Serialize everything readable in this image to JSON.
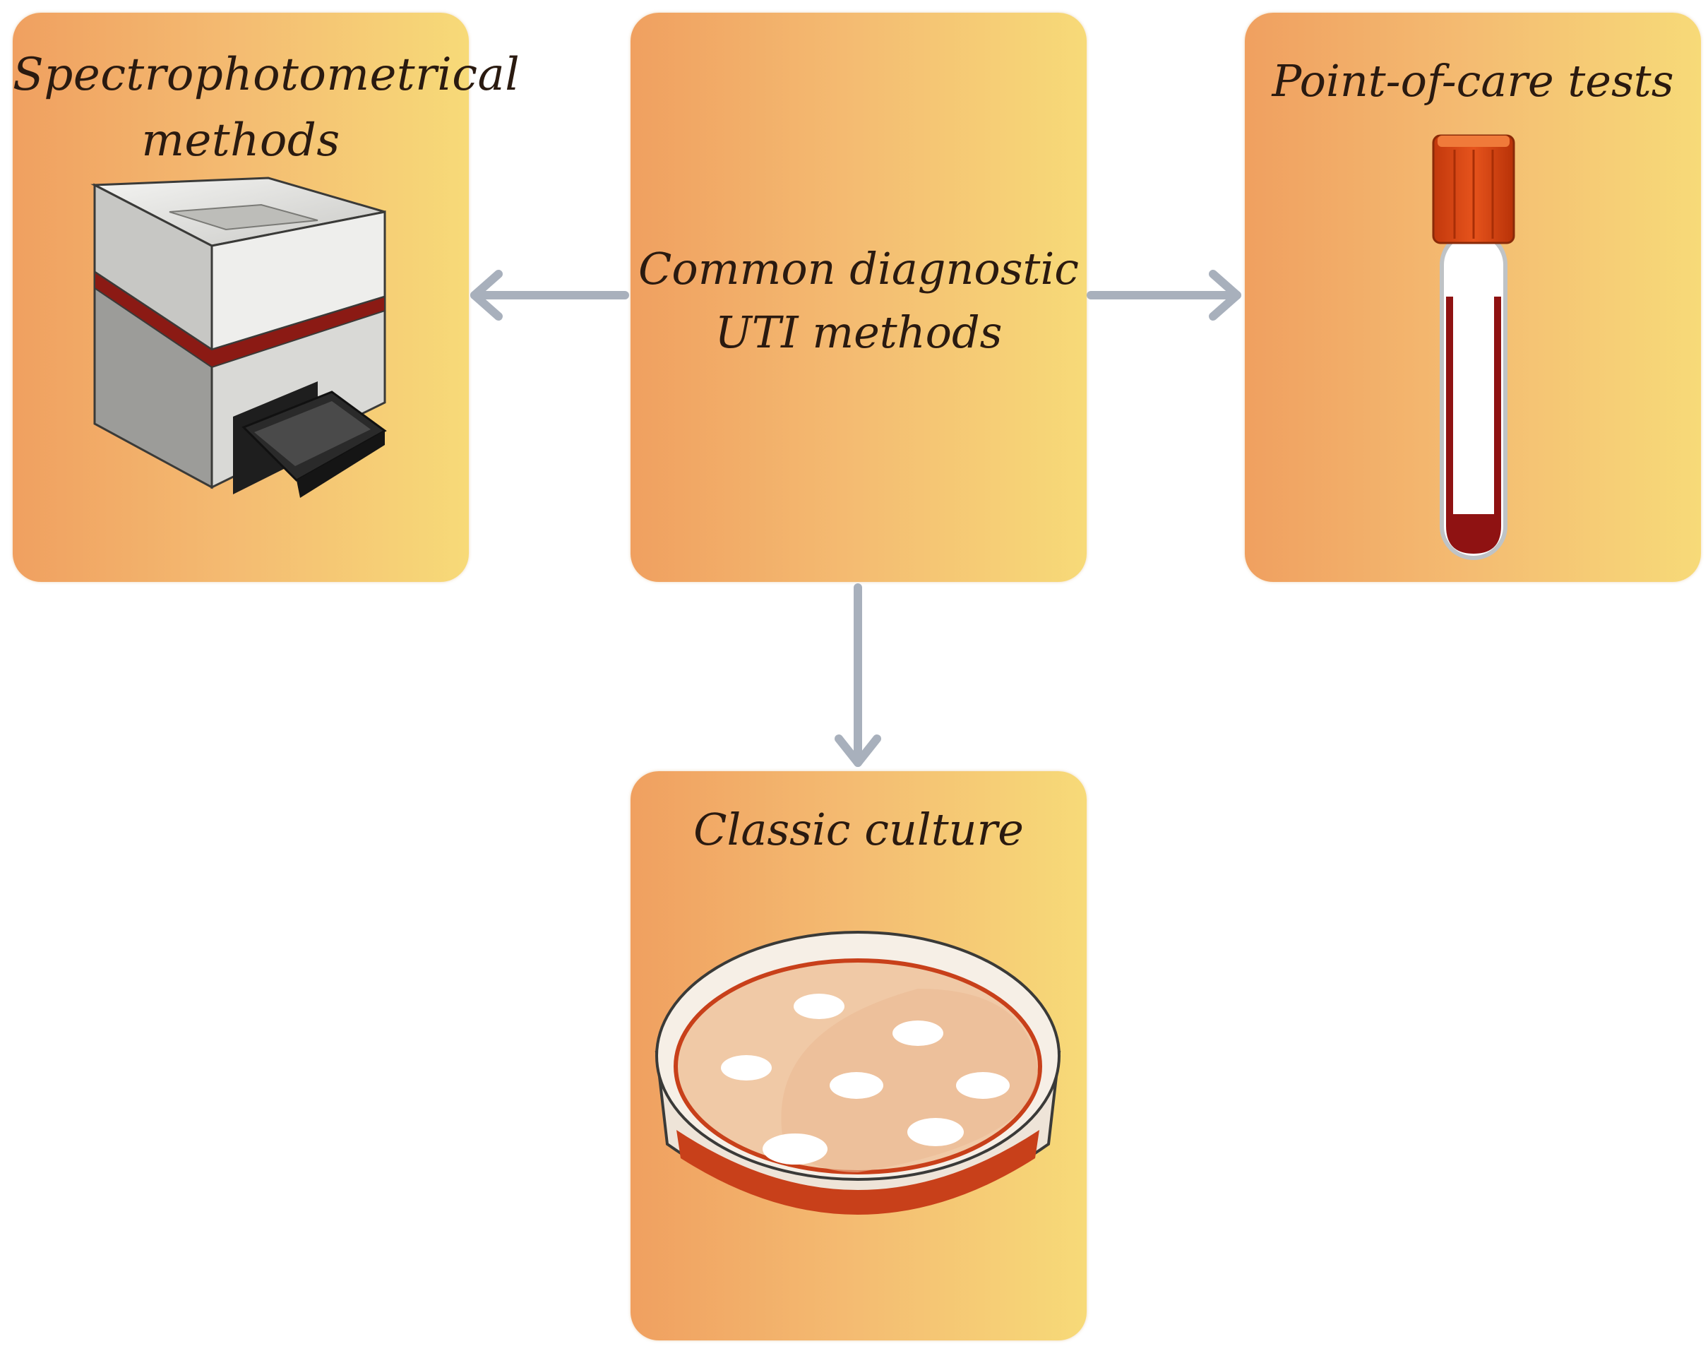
{
  "diagram": {
    "center_node": {
      "label": "Common diagnostic\nUTI methods"
    },
    "left_node": {
      "label": "Spectrophotometrical\nmethods",
      "icon": "spectrophotometer-icon"
    },
    "right_node": {
      "label": "Point-of-care tests",
      "icon": "test-tube-icon"
    },
    "bottom_node": {
      "label": "Classic culture",
      "icon": "petri-dish-icon"
    },
    "colors": {
      "box_gradient_start": "#f0a060",
      "box_gradient_end": "#f7da78",
      "arrow": "#a8b0bc",
      "text": "#2a1a10"
    }
  }
}
